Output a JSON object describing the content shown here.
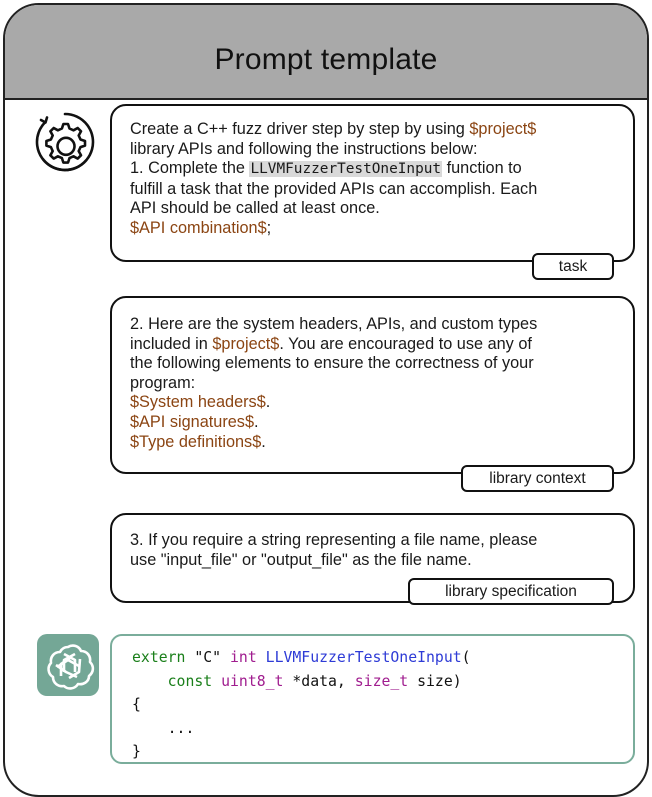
{
  "header": {
    "title": "Prompt template"
  },
  "icons": {
    "top": "gear-brain-icon",
    "bottom": "openai-logo-icon"
  },
  "colors": {
    "header_bg": "#a9a9a9",
    "variable": "#8b4513",
    "code_border": "#7aad9b",
    "logo_bg": "#74a796"
  },
  "task_box": {
    "line1_pre": "Create a C++ fuzz driver step by step by using ",
    "line1_var": "$project$",
    "line2": "library APIs and following the instructions below:",
    "line3_pre": "1. Complete the ",
    "line3_code": "LLVMFuzzerTestOneInput",
    "line3_post": " function to",
    "line4": "fulfill a task that the provided APIs can accomplish. Each",
    "line5": "API should be called at least once.",
    "line6_var": "$API combination$",
    "line6_post": ";",
    "tag": "task"
  },
  "context_box": {
    "line1": "2. Here are the system headers, APIs, and custom types",
    "line2_pre": "included in ",
    "line2_var": "$project$",
    "line2_post": ". You are encouraged to use any of",
    "line3": "the following elements to ensure the correctness of your",
    "line4": "program:",
    "line5_var": "$System headers$",
    "line5_post": ".",
    "line6_var": "$API signatures$",
    "line6_post": ".",
    "line7_var": "$Type definitions$",
    "line7_post": ".",
    "tag": "library context"
  },
  "spec_box": {
    "line1": "3. If you require a string representing a file name, please",
    "line2": "use \"input_file\" or \"output_file\" as the file name.",
    "tag": "library specification"
  },
  "code": {
    "l1_a": "extern",
    "l1_b": " \"C\" ",
    "l1_c": "int",
    "l1_d": " ",
    "l1_e": "LLVMFuzzerTestOneInput",
    "l1_f": "(",
    "l2_indent": "    ",
    "l2_a": "const",
    "l2_b": " ",
    "l2_c": "uint8_t",
    "l2_d": " *data, ",
    "l2_e": "size_t",
    "l2_f": " size)",
    "l3": "{",
    "l4": "    ...",
    "l5": "}"
  }
}
